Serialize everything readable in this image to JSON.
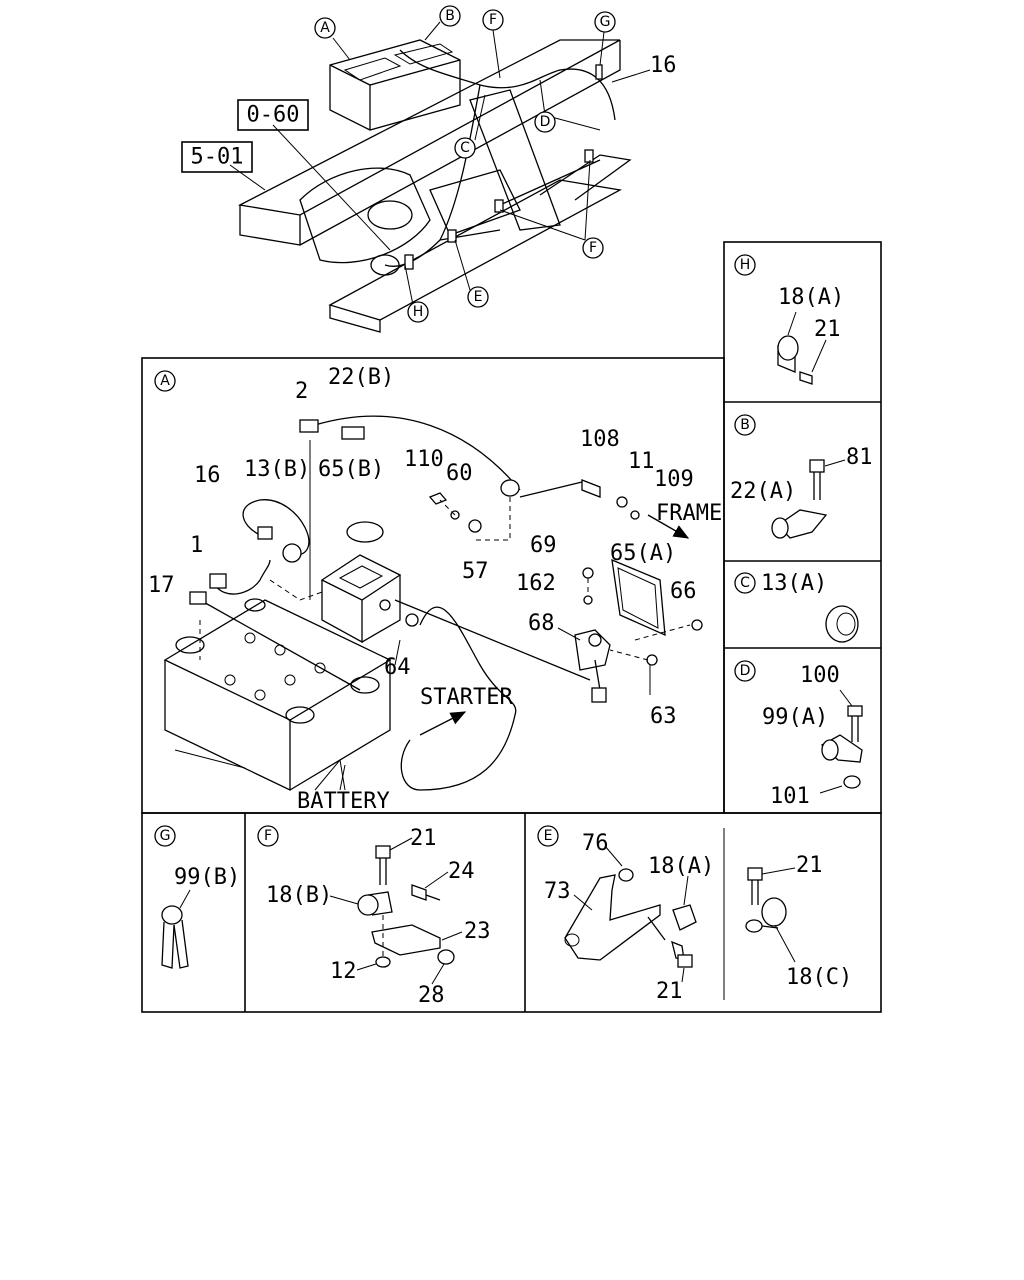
{
  "references": {
    "ref_060": "0-60",
    "ref_501": "5-01"
  },
  "overview": {
    "callouts": {
      "A": "A",
      "B": "B",
      "C": "C",
      "D": "D",
      "E": "E",
      "F_top": "F",
      "F_bottom": "F",
      "G": "G",
      "H": "H"
    },
    "part_16": "16"
  },
  "panel_A": {
    "tag": "A",
    "labels": {
      "p2": "2",
      "p22B": "22(B)",
      "p16": "16",
      "p13B": "13(B)",
      "p65B": "65(B)",
      "p110": "110",
      "p60": "60",
      "p108": "108",
      "p11": "11",
      "p109": "109",
      "p57": "57",
      "p1": "1",
      "p17": "17",
      "p69": "69",
      "p65A": "65(A)",
      "p162": "162",
      "p66": "66",
      "p68": "68",
      "p64": "64",
      "p63": "63"
    },
    "frame_text": "FRAME",
    "starter_text": "STARTER",
    "battery_text": "BATTERY"
  },
  "panel_H": {
    "tag": "H",
    "labels": {
      "p18A": "18(A)",
      "p21": "21"
    }
  },
  "panel_B": {
    "tag": "B",
    "labels": {
      "p81": "81",
      "p22A": "22(A)"
    }
  },
  "panel_C": {
    "tag": "C",
    "labels": {
      "p13A": "13(A)"
    }
  },
  "panel_D": {
    "tag": "D",
    "labels": {
      "p100": "100",
      "p99A": "99(A)",
      "p101": "101"
    }
  },
  "panel_G": {
    "tag": "G",
    "labels": {
      "p99B": "99(B)"
    }
  },
  "panel_F": {
    "tag": "F",
    "labels": {
      "p21": "21",
      "p24": "24",
      "p18B": "18(B)",
      "p23": "23",
      "p12": "12",
      "p28": "28"
    }
  },
  "panel_E": {
    "tag": "E",
    "labels": {
      "p76": "76",
      "p18A": "18(A)",
      "p73": "73",
      "p21": "21",
      "p21b": "21",
      "p18C": "18(C)"
    }
  }
}
